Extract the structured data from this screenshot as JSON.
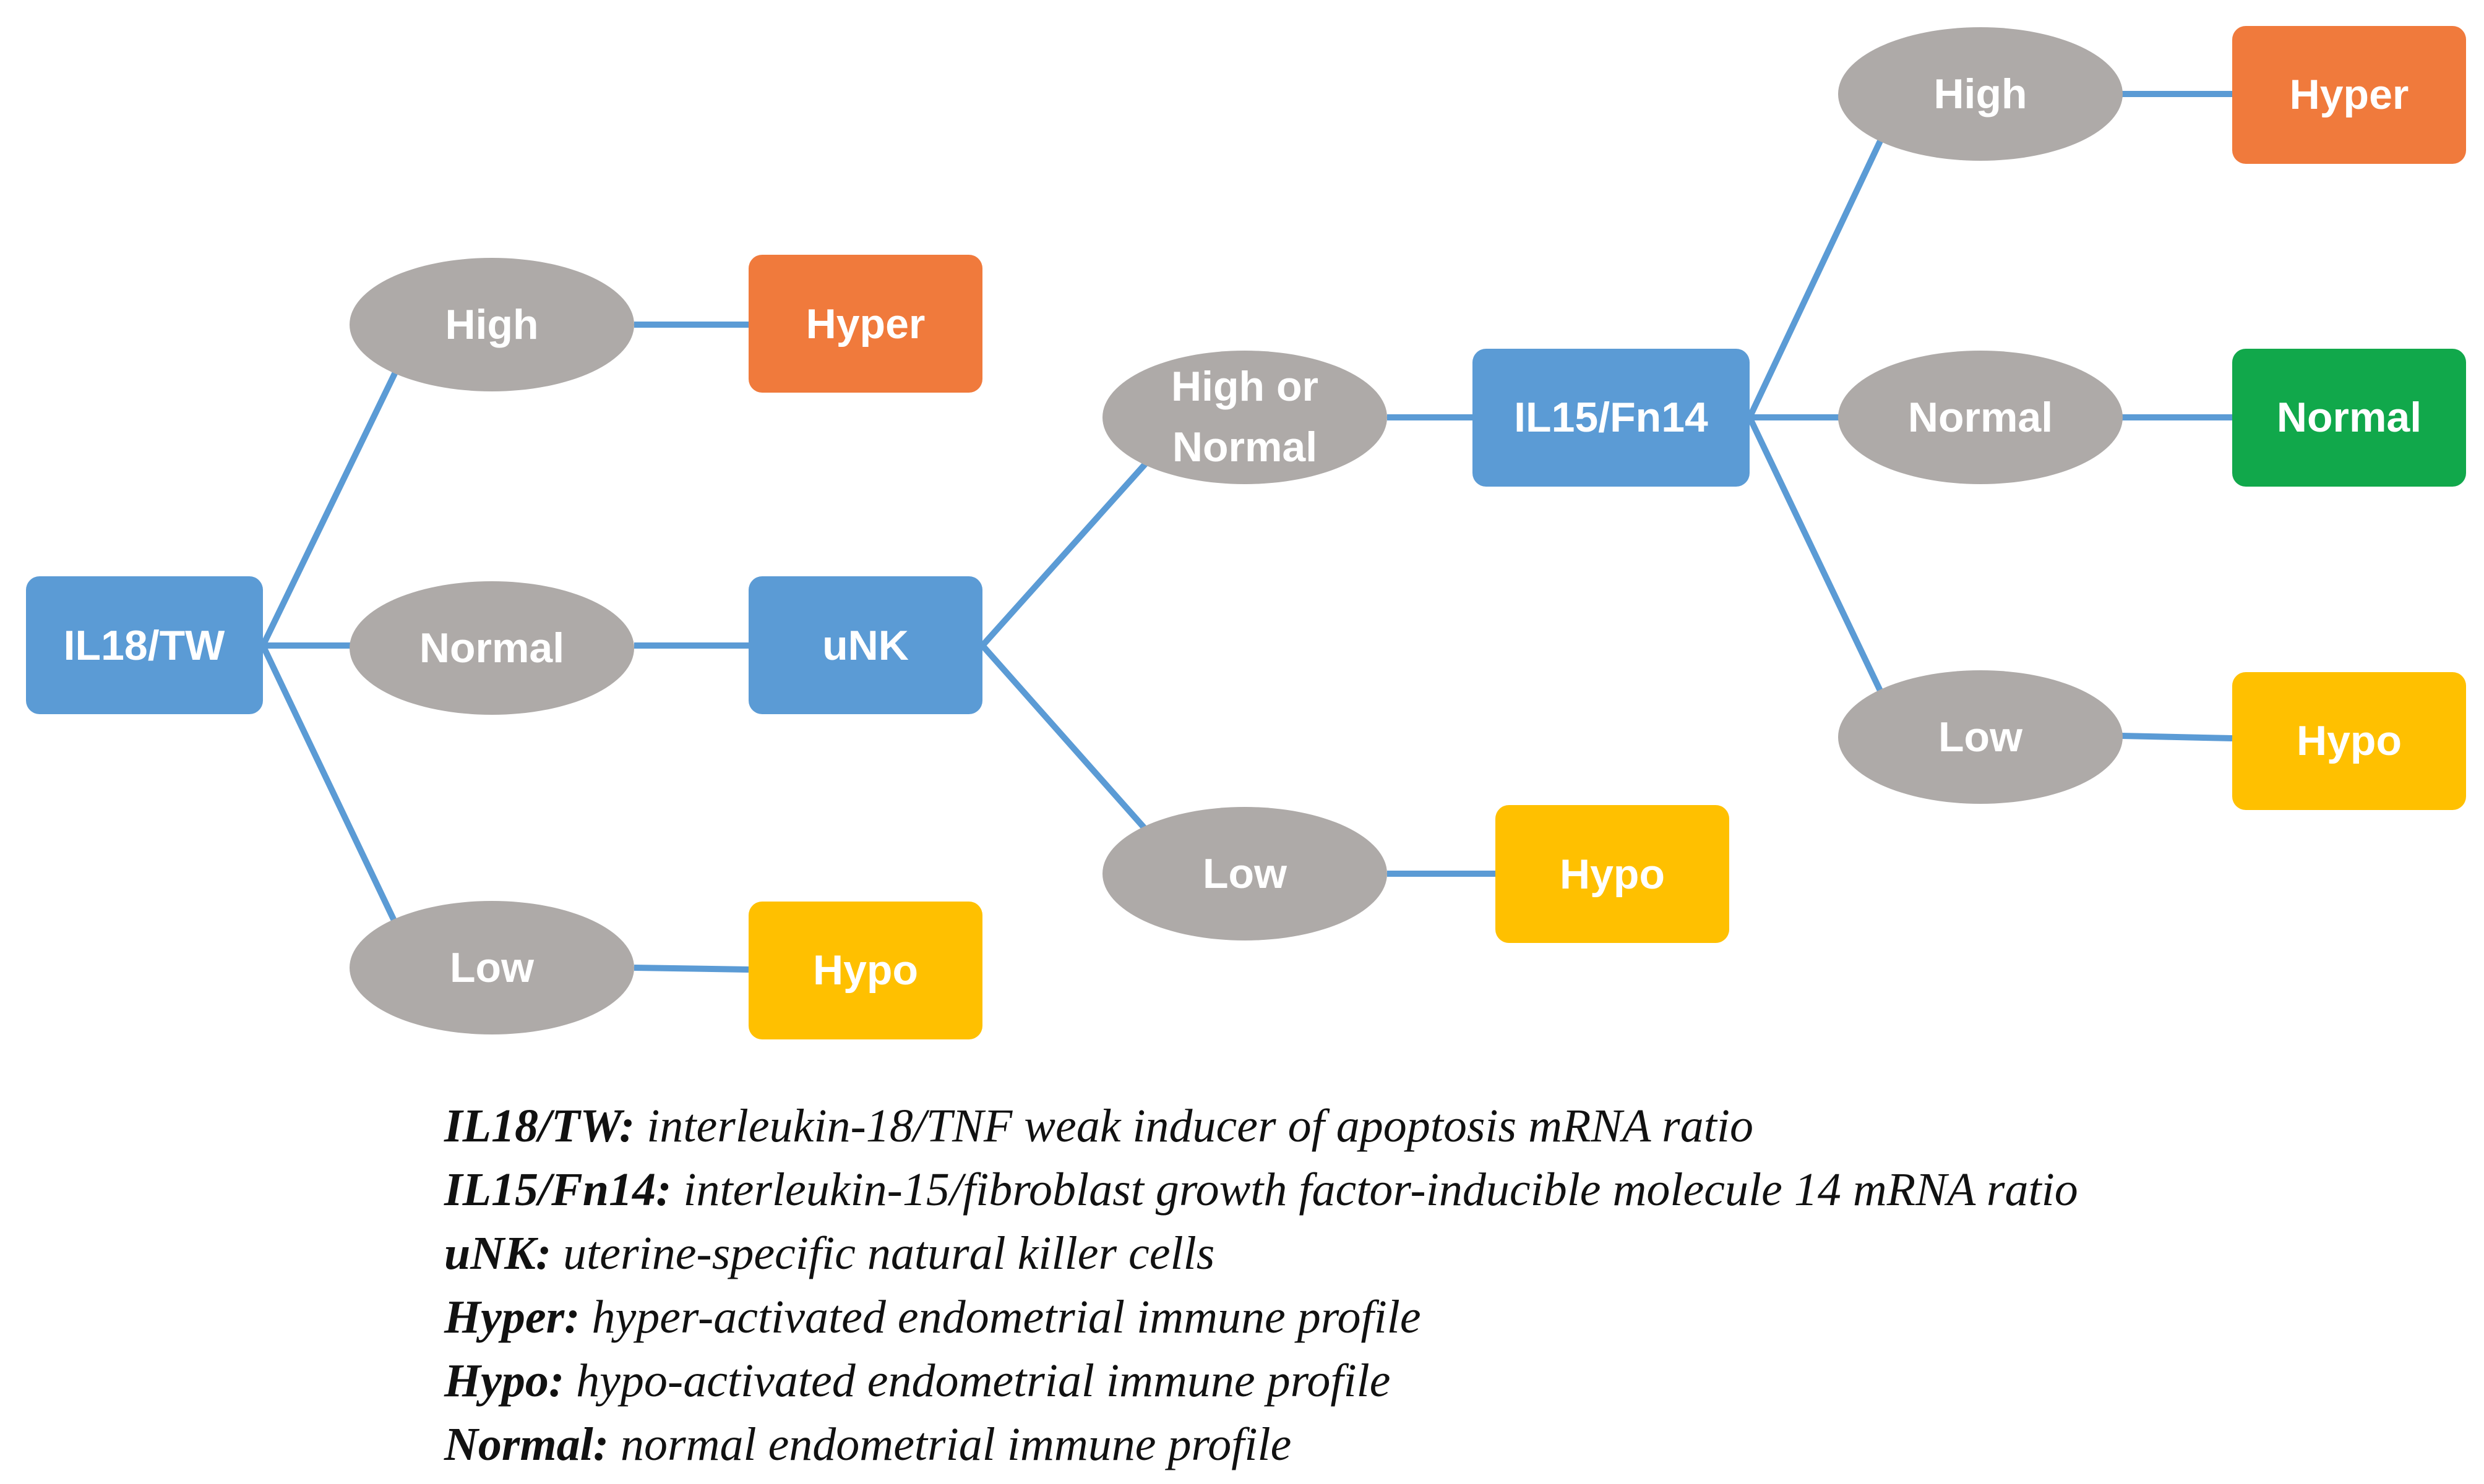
{
  "diagram": {
    "colors": {
      "connector": "#5b9bd5",
      "test": "#5b9bd5",
      "level": "#aeaaa8",
      "hyper": "#f07a3c",
      "normal": "#11a84b",
      "hypo": "#ffc000",
      "node_text": "#ffffff"
    },
    "nodes": {
      "il18tw": "IL18/TW",
      "il18_high": "High",
      "il18_normal": "Normal",
      "il18_low": "Low",
      "il18_high_result": "Hyper",
      "il18_low_result": "Hypo",
      "unk": "uNK",
      "unk_high_or_normal": [
        "High or",
        "Normal"
      ],
      "unk_low": "Low",
      "unk_low_result": "Hypo",
      "il15fn14": "IL15/Fn14",
      "il15_high": "High",
      "il15_normal": "Normal",
      "il15_low": "Low",
      "il15_high_result": "Hyper",
      "il15_normal_result": "Normal",
      "il15_low_result": "Hypo"
    }
  },
  "legend": [
    {
      "term": "IL18/TW:",
      "definition": "interleukin-18/TNF weak inducer of apoptosis mRNA ratio"
    },
    {
      "term": "IL15/Fn14:",
      "definition": "interleukin-15/fibroblast growth factor-inducible molecule 14 mRNA ratio"
    },
    {
      "term": "uNK:",
      "definition": "uterine-specific natural killer cells"
    },
    {
      "term": "Hyper:",
      "definition": "hyper-activated endometrial immune profile"
    },
    {
      "term": "Hypo:",
      "definition": "hypo-activated endometrial immune profile"
    },
    {
      "term": "Normal:",
      "definition": "normal endometrial immune profile"
    }
  ]
}
